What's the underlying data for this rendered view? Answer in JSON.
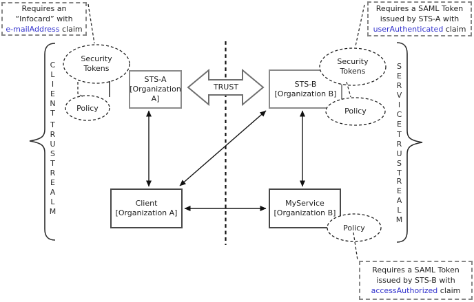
{
  "callouts": {
    "infocard": {
      "line1": "Requires an",
      "line2": "“Infocard” with",
      "claim": "e-mailAddress",
      "claim_suffix": " claim"
    },
    "saml_sts_a": {
      "line1": "Requires a SAML Token",
      "line2": "issued by STS-A with",
      "claim": "userAuthenticated",
      "claim_suffix": " claim"
    },
    "saml_sts_b": {
      "line1": "Requires a SAML Token",
      "line2": "issued by STS-B with",
      "claim": "accessAuthorized",
      "claim_suffix": " claim"
    }
  },
  "boxes": {
    "sts_a": {
      "title": "STS-A",
      "subtitle": "[Organization A]"
    },
    "sts_b": {
      "title": "STS-B",
      "subtitle": "[Organization B]"
    },
    "client": {
      "title": "Client",
      "subtitle": "[Organization A]"
    },
    "my_service": {
      "title": "MyService",
      "subtitle": "[Organization B]"
    }
  },
  "ellipses": {
    "sts_a_tokens": {
      "line1": "Security",
      "line2": "Tokens"
    },
    "sts_b_tokens": {
      "line1": "Security",
      "line2": "Tokens"
    },
    "sts_a_policy": {
      "label": "Policy"
    },
    "sts_b_policy": {
      "label": "Policy"
    },
    "my_service_policy": {
      "label": "Policy"
    }
  },
  "trust_arrow": {
    "label": "TRUST"
  },
  "realms": {
    "left": {
      "word1": "CLIENT",
      "word2": "TRUST",
      "word3": "REALM"
    },
    "right": {
      "word1": "SERVICE",
      "word2": "TRUST",
      "word3": "REALM"
    }
  },
  "colors": {
    "claim_text": "#3232cd",
    "sts_box_border": "#8a8a8a",
    "endpoint_box_border": "#474747",
    "callout_border": "#858585",
    "trust_arrow_outline": "#6e6e6e"
  }
}
